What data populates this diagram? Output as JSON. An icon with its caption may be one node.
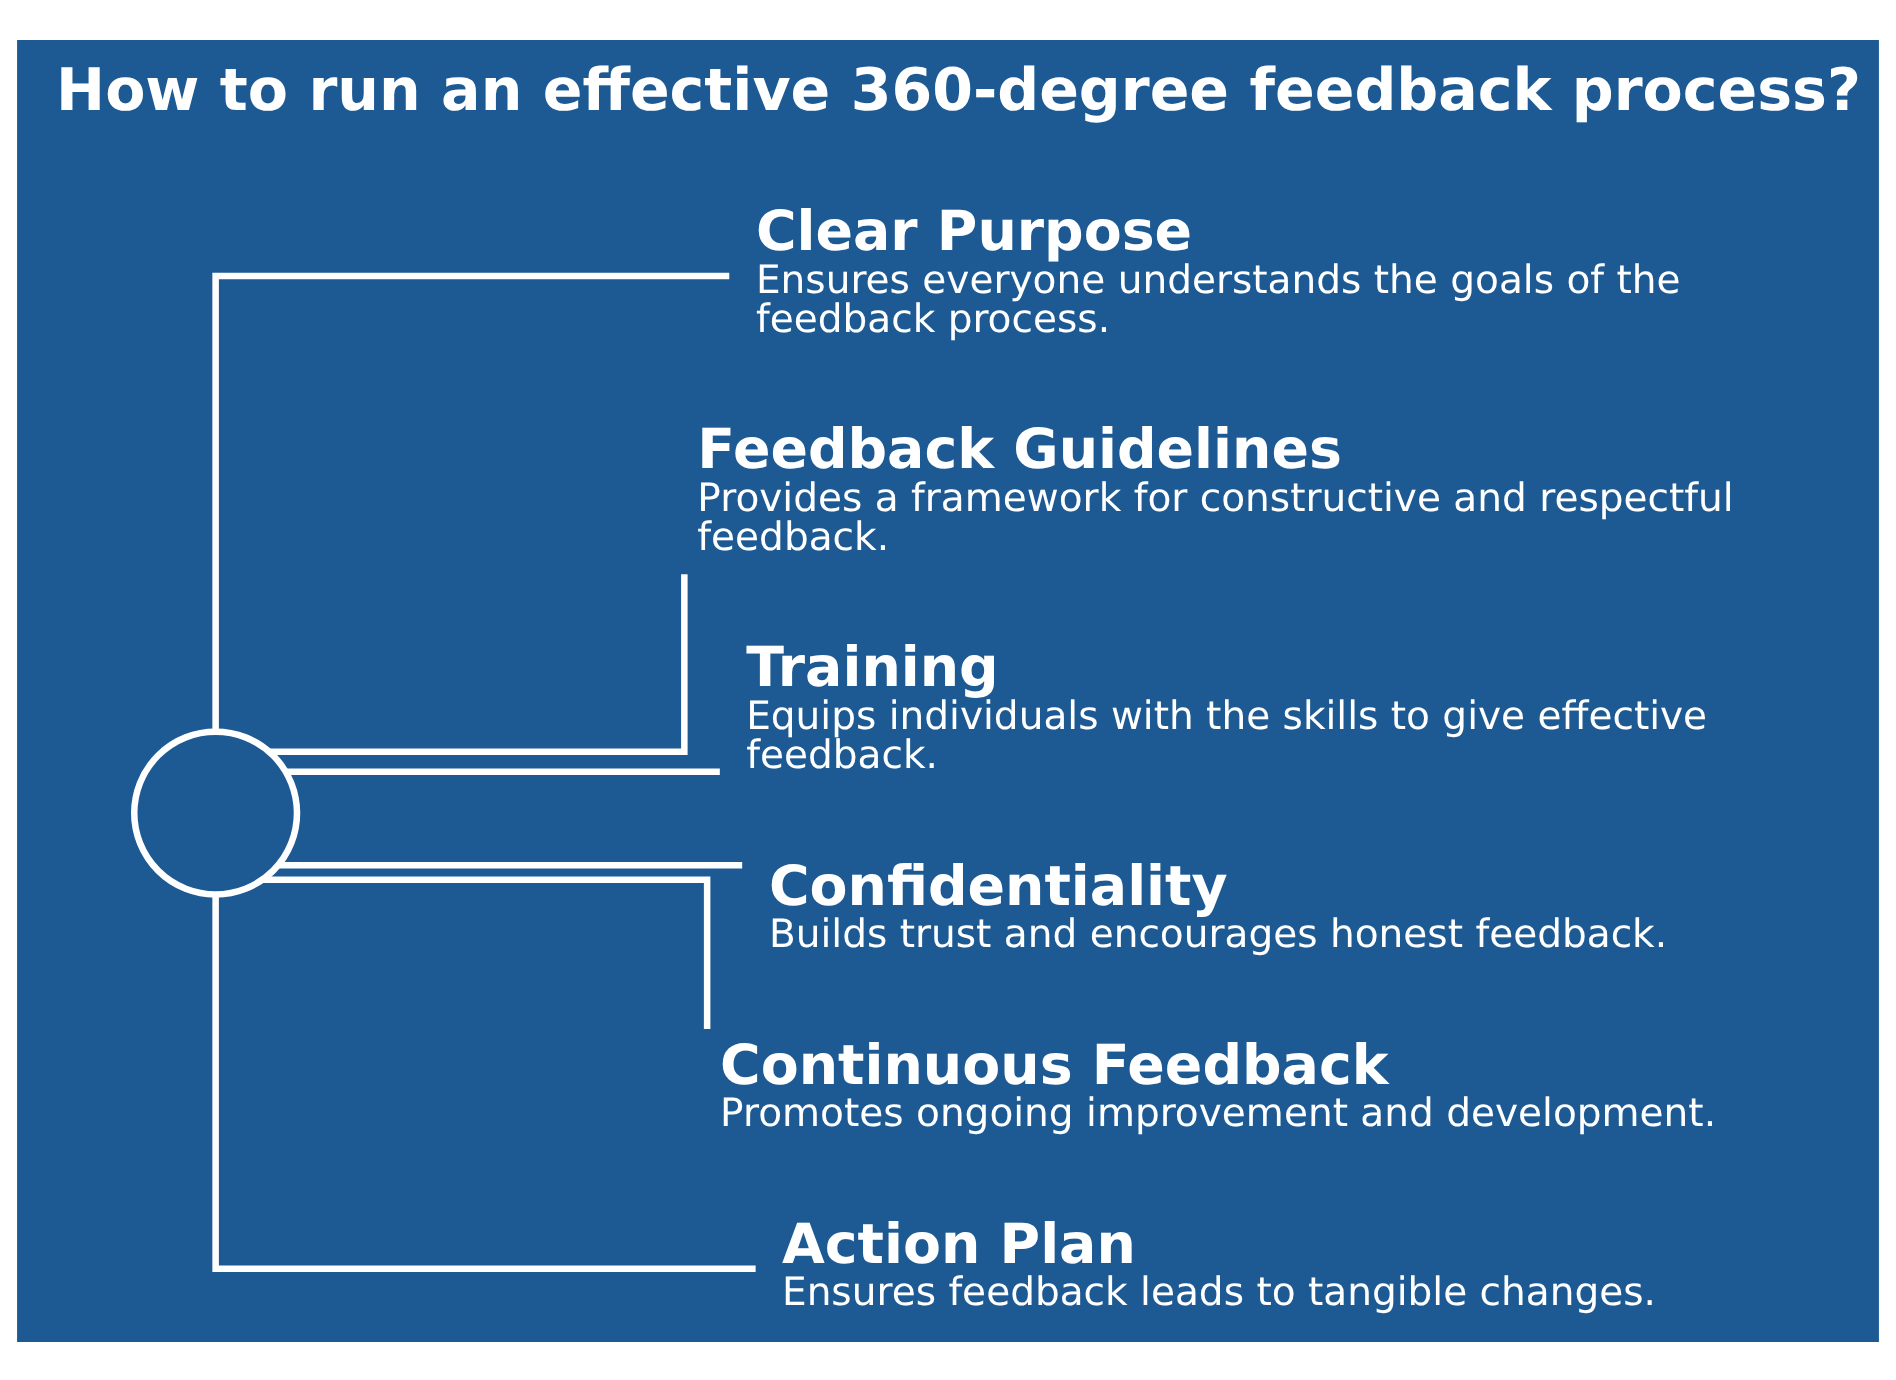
{
  "diagram": {
    "title": "How to run an effective 360-degree feedback process?",
    "nodes": [
      {
        "text": [],
        "shape": "circle"
      },
      {
        "text": [
          "Clear Purpose",
          "Ensures everyone understands the goals of the feedback process."
        ]
      },
      {
        "text": [
          "Feedback Guidelines",
          "Provides a framework for constructive and respectful feedback."
        ]
      },
      {
        "text": [
          "Training",
          "Equips individuals with the skills to give effective feedback."
        ]
      },
      {
        "text": [
          "Confidentiality",
          "Builds trust and encourages honest feedback."
        ]
      },
      {
        "text": [
          "Continuous Feedback",
          "Promotes ongoing improvement and development."
        ]
      },
      {
        "text": [
          "Action Plan",
          "Ensures feedback leads to tangible changes."
        ]
      }
    ],
    "edges": [
      {
        "from": 0,
        "to": 1,
        "arrow": "none"
      },
      {
        "from": 0,
        "to": 2,
        "arrow": "none"
      },
      {
        "from": 0,
        "to": 3,
        "arrow": "none"
      },
      {
        "from": 0,
        "to": 4,
        "arrow": "none"
      },
      {
        "from": 0,
        "to": 5,
        "arrow": "none"
      },
      {
        "from": 0,
        "to": 6,
        "arrow": "none"
      }
    ]
  }
}
